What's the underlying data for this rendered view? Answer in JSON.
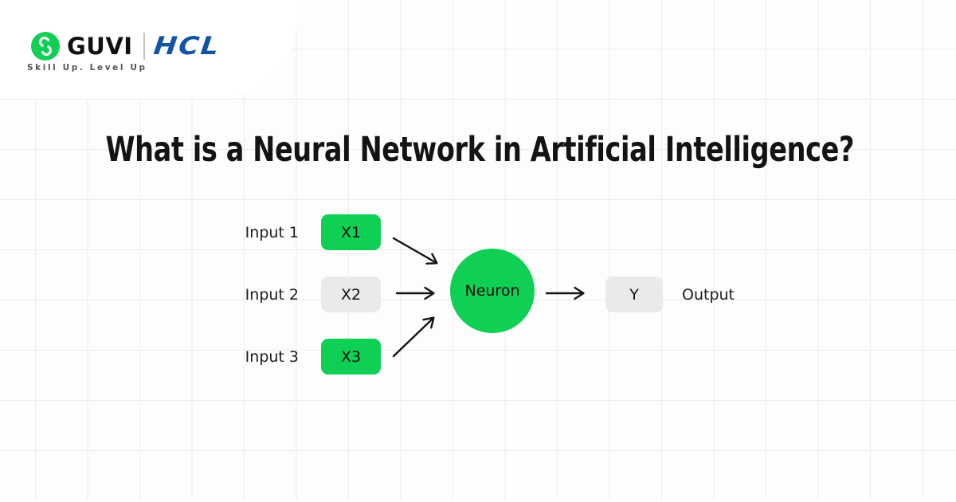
{
  "brand": {
    "guvi_label": "GUVI",
    "hcl_label": "HCL",
    "tagline": "Skill Up. Level Up",
    "colors": {
      "guvi_green": "#10cf55",
      "hcl_blue": "#1254a4"
    }
  },
  "title": "What is a Neural Network in Artificial Intelligence?",
  "diagram": {
    "inputs": [
      {
        "label": "Input 1",
        "node": "X1",
        "node_color": "#10cf55"
      },
      {
        "label": "Input 2",
        "node": "X2",
        "node_color": "#eaeaea"
      },
      {
        "label": "Input 3",
        "node": "X3",
        "node_color": "#10cf55"
      }
    ],
    "neuron": {
      "label": "Neuron",
      "color": "#10cf55"
    },
    "output": {
      "node": "Y",
      "node_color": "#eaeaea",
      "label": "Output"
    },
    "arrow_color": "#141414",
    "background": {
      "grid_line_color": "#ececec",
      "page_color": "#fdfdfd"
    }
  }
}
